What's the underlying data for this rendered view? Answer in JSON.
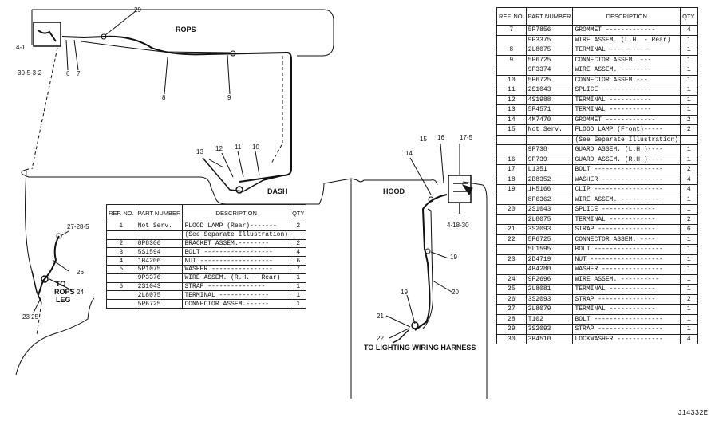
{
  "diagram_labels": {
    "rops": "ROPS",
    "dash": "DASH",
    "hood": "HOOD",
    "to_rops_leg_1": "TO",
    "to_rops_leg_2": "ROPS",
    "to_rops_leg_3": "LEG",
    "to_lighting": "TO LIGHTING WIRING HARNESS",
    "callouts": {
      "c29": "29",
      "c4_1": "4-1",
      "c30_5_3_2": "30-5-3-2",
      "c6": "6",
      "c7": "7",
      "c8": "8",
      "c9": "9",
      "c13": "13",
      "c12": "12",
      "c11": "11",
      "c10": "10",
      "c27_28_5": "27-28-5",
      "c26": "26",
      "c24": "24",
      "c23_25": "23 25",
      "c15": "15",
      "c16": "16",
      "c17_5": "17-5",
      "c14": "14",
      "c4_18_30": "4-18-30",
      "c19a": "19",
      "c20": "20",
      "c19b": "19",
      "c21": "21",
      "c22": "22"
    }
  },
  "left_table": {
    "headers": {
      "ref": "REF. NO.",
      "part": "PART NUMBER",
      "desc": "DESCRIPTION",
      "qty": "QTY"
    },
    "rows": [
      {
        "ref": "1",
        "part": "Not Serv.",
        "desc": "FLOOD LAMP (Rear)-------",
        "qty": "2"
      },
      {
        "ref": "",
        "part": "",
        "desc": "(See Separate Illustration)",
        "qty": ""
      },
      {
        "ref": "2",
        "part": "8P8306",
        "desc": "BRACKET ASSEM.--------",
        "qty": "2"
      },
      {
        "ref": "3",
        "part": "5S1594",
        "desc": "BOLT ------------------",
        "qty": "4"
      },
      {
        "ref": "4",
        "part": "1B4206",
        "desc": "NUT -------------------",
        "qty": "6"
      },
      {
        "ref": "5",
        "part": "5P1075",
        "desc": "WASHER ----------------",
        "qty": "7"
      },
      {
        "ref": "",
        "part": "9P3376",
        "desc": "WIRE ASSEM. (R.H. - Rear)",
        "qty": "1"
      },
      {
        "ref": "6",
        "part": "2S1043",
        "desc": "STRAP ---------------",
        "qty": "1"
      },
      {
        "ref": "",
        "part": "2L8075",
        "desc": "TERMINAL -------------",
        "qty": "1"
      },
      {
        "ref": "",
        "part": "5P6725",
        "desc": "CONNECTOR ASSEM.------",
        "qty": "1"
      }
    ]
  },
  "right_table": {
    "headers": {
      "ref": "REF. NO.",
      "part": "PART NUMBER",
      "desc": "DESCRIPTION",
      "qty": "QTY."
    },
    "rows": [
      {
        "ref": "7",
        "part": "5P7856",
        "desc": "GROMMET -------------",
        "qty": "4"
      },
      {
        "ref": "",
        "part": "9P3375",
        "desc": "WIRE ASSEM. (L.H. - Rear)",
        "qty": "1"
      },
      {
        "ref": "8",
        "part": "2L8075",
        "desc": "TERMINAL -----------",
        "qty": "1"
      },
      {
        "ref": "9",
        "part": "5P6725",
        "desc": "CONNECTOR ASSEM. ---",
        "qty": "1"
      },
      {
        "ref": "",
        "part": "9P3374",
        "desc": "WIRE ASSEM. --------",
        "qty": "1"
      },
      {
        "ref": "10",
        "part": "5P6725",
        "desc": "CONNECTOR ASSEM.---",
        "qty": "1"
      },
      {
        "ref": "11",
        "part": "2S1043",
        "desc": "SPLICE -------------",
        "qty": "1"
      },
      {
        "ref": "12",
        "part": "4S1988",
        "desc": "TERMINAL -----------",
        "qty": "1"
      },
      {
        "ref": "13",
        "part": "5P4571",
        "desc": "TERMINAL -----------",
        "qty": "1"
      },
      {
        "ref": "14",
        "part": "4M7470",
        "desc": "GROMMET -------------",
        "qty": "2"
      },
      {
        "ref": "15",
        "part": "Not Serv.",
        "desc": "FLOOD LAMP (Front)-----",
        "qty": "2"
      },
      {
        "ref": "",
        "part": "",
        "desc": "(See Separate Illustration)",
        "qty": ""
      },
      {
        "ref": "",
        "part": "9P738",
        "desc": "GUARD ASSEM. (L.H.)----",
        "qty": "1"
      },
      {
        "ref": "16",
        "part": "9P739",
        "desc": "GUARD ASSEM. (R.H.)----",
        "qty": "1"
      },
      {
        "ref": "17",
        "part": "L1351",
        "desc": "BOLT ------------------",
        "qty": "2"
      },
      {
        "ref": "18",
        "part": "2B8352",
        "desc": "WASHER ----------------",
        "qty": "4"
      },
      {
        "ref": "19",
        "part": "1H5166",
        "desc": "CLIP ------------------",
        "qty": "4"
      },
      {
        "ref": "",
        "part": "8P6362",
        "desc": "WIRE ASSEM. ----------",
        "qty": "1"
      },
      {
        "ref": "20",
        "part": "2S1043",
        "desc": "SPLICE --------------",
        "qty": "1"
      },
      {
        "ref": "",
        "part": "2L8075",
        "desc": "TERMINAL ------------",
        "qty": "2"
      },
      {
        "ref": "21",
        "part": "3S2093",
        "desc": "STRAP ---------------",
        "qty": "6"
      },
      {
        "ref": "22",
        "part": "5P6725",
        "desc": "CONNECTOR ASSEM. ----",
        "qty": "1"
      },
      {
        "ref": "",
        "part": "5L1595",
        "desc": "BOLT ------------------",
        "qty": "1"
      },
      {
        "ref": "23",
        "part": "2D4719",
        "desc": "NUT -------------------",
        "qty": "1"
      },
      {
        "ref": "",
        "part": "4B4280",
        "desc": "WASHER ----------------",
        "qty": "1"
      },
      {
        "ref": "24",
        "part": "9P2696",
        "desc": "WIRE ASSEM. ----------",
        "qty": "1"
      },
      {
        "ref": "25",
        "part": "2L8081",
        "desc": "TERMINAL ------------",
        "qty": "1"
      },
      {
        "ref": "26",
        "part": "3S2093",
        "desc": "STRAP ---------------",
        "qty": "2"
      },
      {
        "ref": "27",
        "part": "2L8079",
        "desc": "TERMINAL ------------",
        "qty": "1"
      },
      {
        "ref": "28",
        "part": "T102",
        "desc": "BOLT ------------------",
        "qty": "1"
      },
      {
        "ref": "29",
        "part": "3S2093",
        "desc": "STRAP -----------------",
        "qty": "1"
      },
      {
        "ref": "30",
        "part": "3B4510",
        "desc": "LOCKWASHER ------------",
        "qty": "4"
      }
    ]
  },
  "figure_id": "J14332E"
}
